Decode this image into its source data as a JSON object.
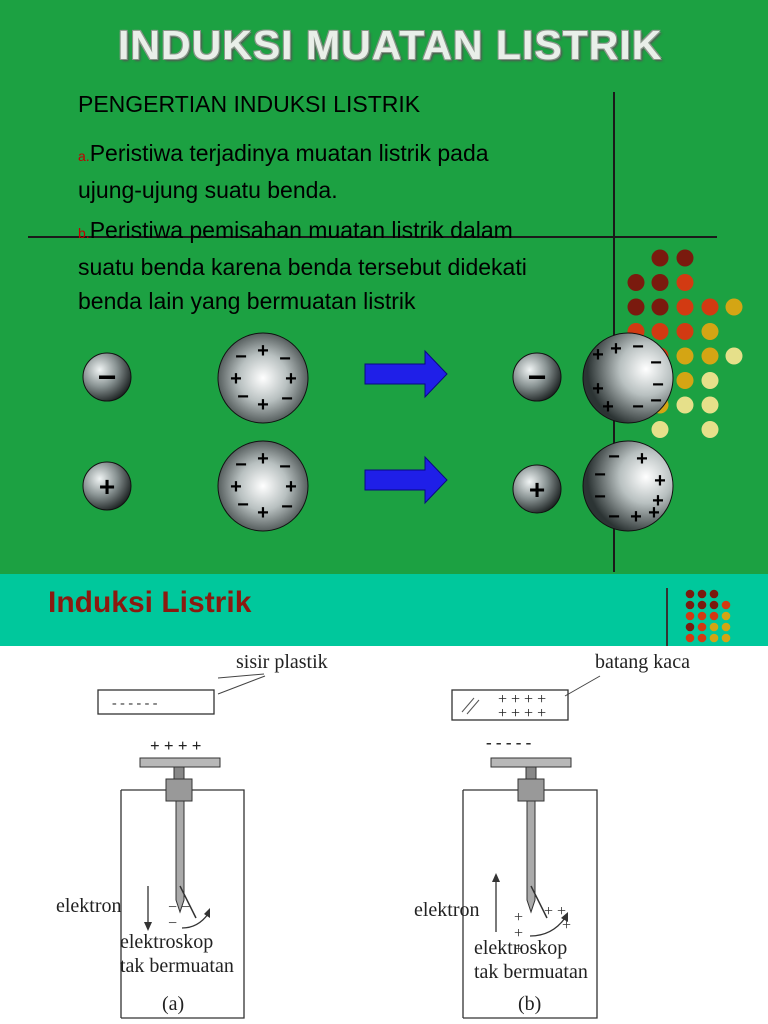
{
  "slide1": {
    "title": "INDUKSI MUATAN LISTRIK",
    "heading": "PENGERTIAN INDUKSI LISTRIK",
    "items": [
      {
        "marker": "a.",
        "line1": "Peristiwa terjadinya muatan listrik pada",
        "line2": "ujung-ujung suatu benda."
      },
      {
        "marker": "b.",
        "line1": "Peristiwa pemisahan muatan listrik dalam",
        "line2": "suatu benda karena benda tersebut didekati",
        "line3": "benda lain yang bermuatan listrik"
      }
    ],
    "charges": {
      "minus": "−",
      "plus": "+"
    },
    "colors": {
      "background": "#1ca142",
      "arrow": "#1f1fe8",
      "dot_dark": "#7a1a0e",
      "dot_red": "#d23a12",
      "dot_gold": "#d4a514",
      "dot_light": "#e6e08a"
    }
  },
  "slide2": {
    "title": "Induksi Listrik",
    "band_color": "#00c89c",
    "diagram_a": {
      "rod_label": "sisir plastik",
      "rod_charges": "- - - - - -",
      "plate_charges": "+ + + +",
      "flow_label": "elektron",
      "caption_line1": "elektroskop",
      "caption_line2": "tak bermuatan",
      "panel_label": "(a)"
    },
    "diagram_b": {
      "rod_label": "batang kaca",
      "rod_charges_top": "+ + + +",
      "rod_charges_bottom": "+ + + +",
      "plate_charges": "- - - - -",
      "flow_label": "elektron",
      "caption_line1": "elektroskop",
      "caption_line2": "tak bermuatan",
      "panel_label": "(b)"
    }
  }
}
